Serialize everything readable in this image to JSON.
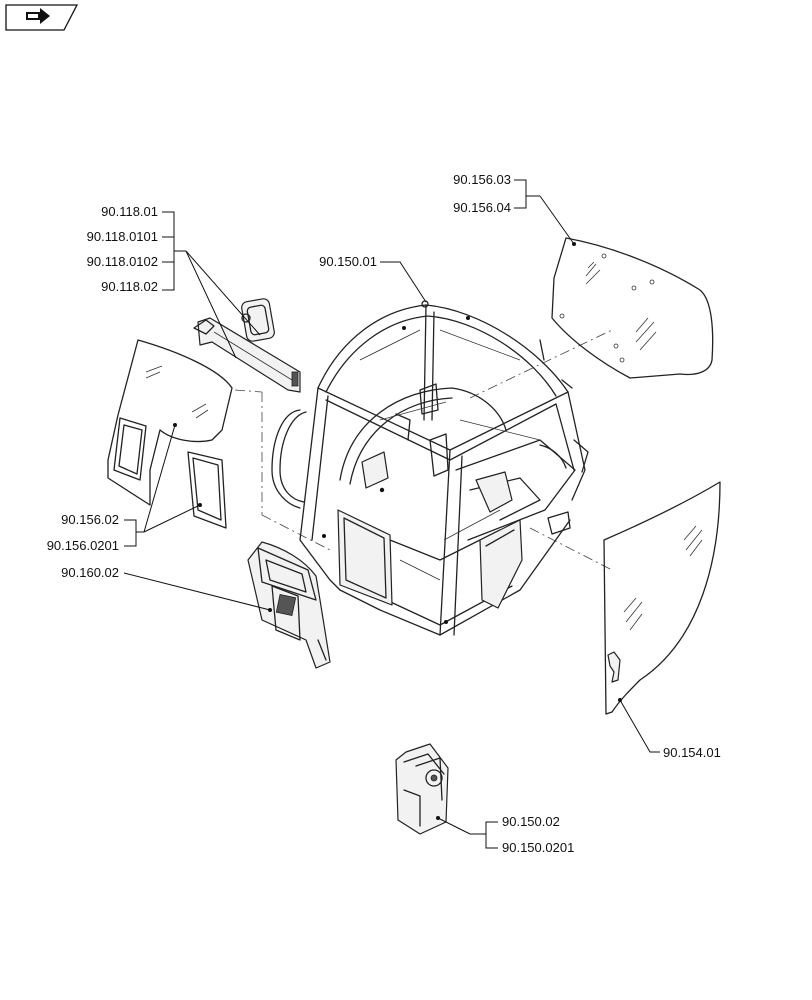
{
  "callouts": {
    "c_90_118_01": "90.118.01",
    "c_90_118_0101": "90.118.0101",
    "c_90_118_0102": "90.118.0102",
    "c_90_118_02": "90.118.02",
    "c_90_150_01": "90.150.01",
    "c_90_156_03": "90.156.03",
    "c_90_156_04": "90.156.04",
    "c_90_156_02": "90.156.02",
    "c_90_156_0201": "90.156.0201",
    "c_90_160_02": "90.160.02",
    "c_90_154_01": "90.154.01",
    "c_90_150_02": "90.150.02",
    "c_90_150_0201": "90.150.0201"
  },
  "icons": {
    "nav": "next-page-arrow-icon"
  }
}
